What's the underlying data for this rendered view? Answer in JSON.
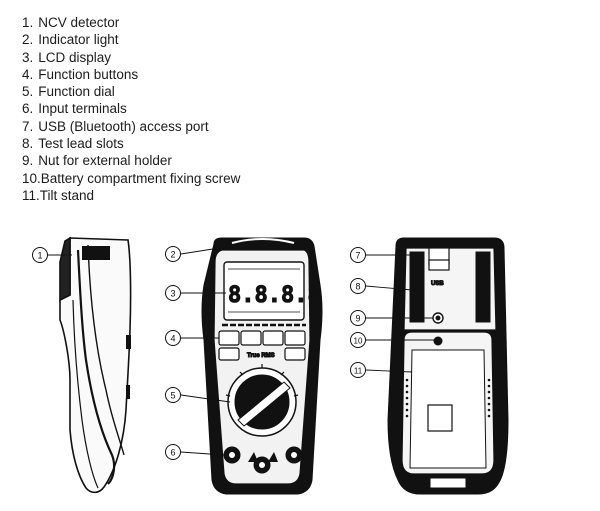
{
  "legend": [
    {
      "num": "1.",
      "label": "NCV detector"
    },
    {
      "num": "2.",
      "label": "Indicator light"
    },
    {
      "num": "3.",
      "label": "LCD display"
    },
    {
      "num": "4.",
      "label": "Function buttons"
    },
    {
      "num": "5.",
      "label": "Function dial"
    },
    {
      "num": "6.",
      "label": "Input terminals"
    },
    {
      "num": "7.",
      "label": "USB (Bluetooth) access port"
    },
    {
      "num": "8.",
      "label": "Test lead slots"
    },
    {
      "num": "9.",
      "label": "Nut for external holder"
    },
    {
      "num": "10.",
      "label": "Battery compartment fixing screw"
    },
    {
      "num": "11.",
      "label": "Tilt stand"
    }
  ],
  "callouts": [
    "1",
    "2",
    "3",
    "4",
    "5",
    "6",
    "7",
    "8",
    "9",
    "10",
    "11"
  ],
  "device_labels": {
    "ncv": "NCV",
    "lcd_digits": "8.8.8.8",
    "true_rms": "True RMS",
    "usb": "USB"
  }
}
